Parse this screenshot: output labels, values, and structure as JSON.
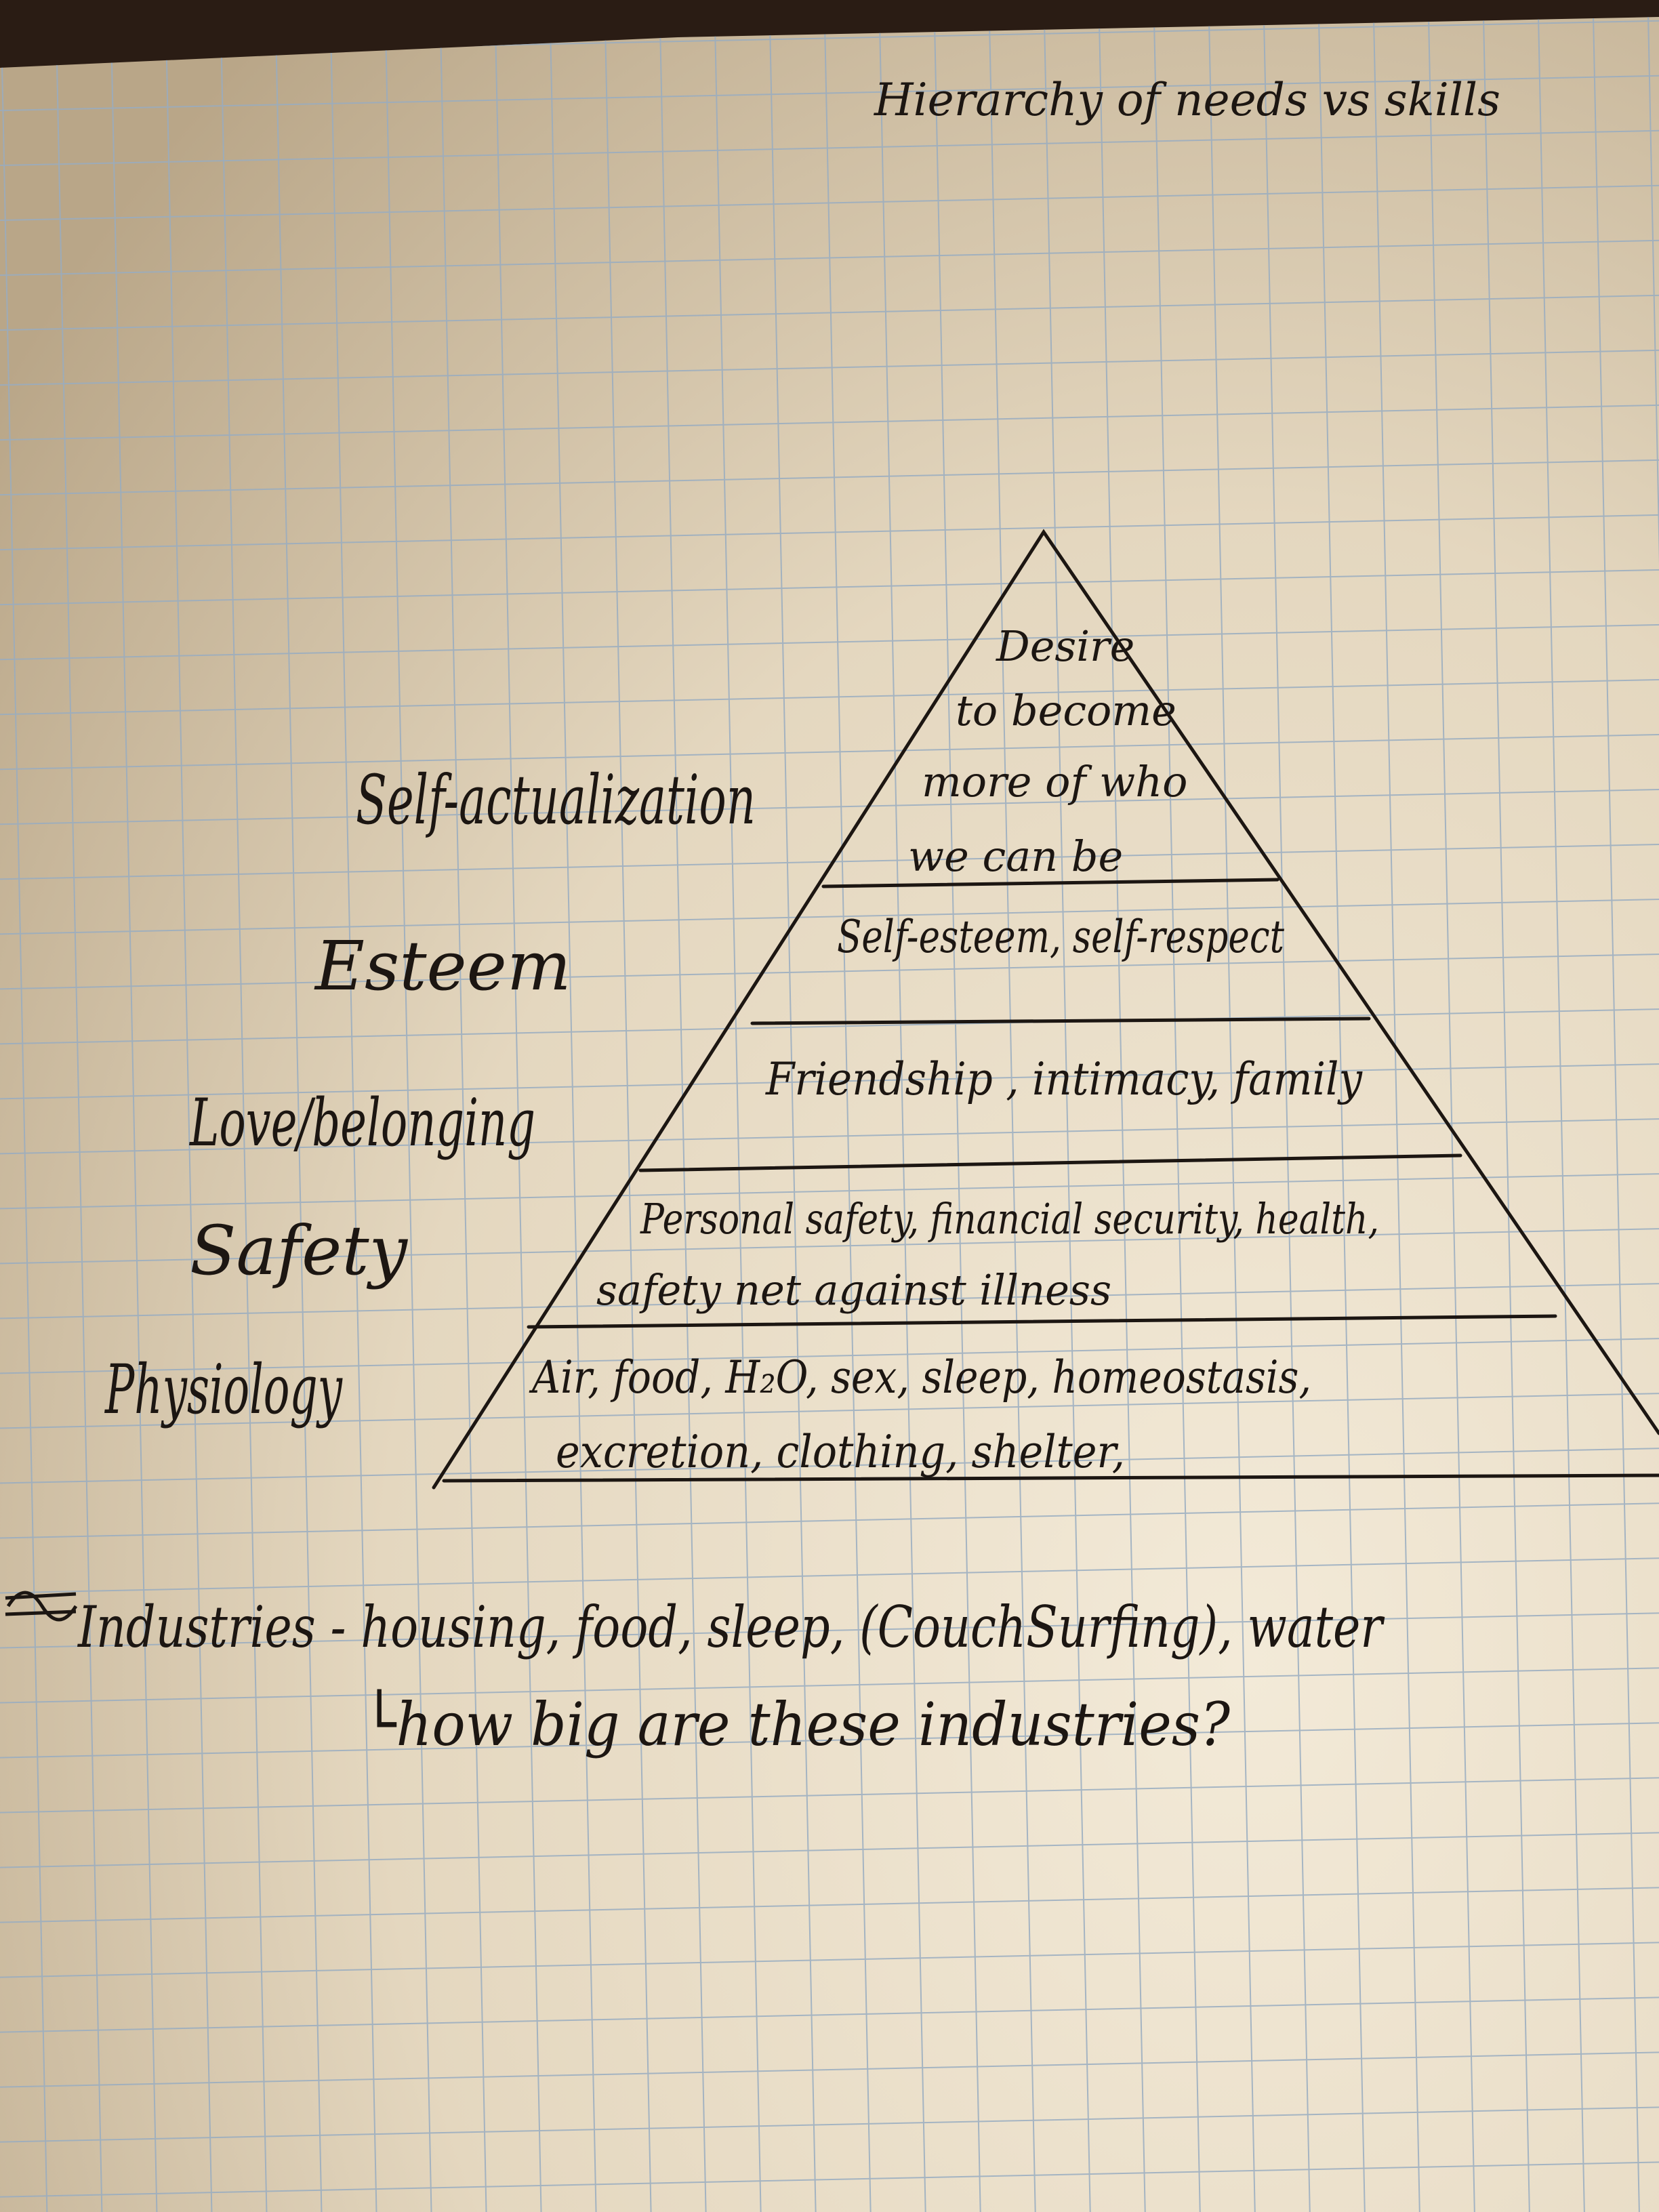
{
  "title": "Hierarchy of needs vs skills",
  "left_labels": [
    "Self-actualization",
    "Esteem",
    "Love/belonging",
    "Safety",
    "Physiology"
  ],
  "pyramid": {
    "apex_lines": [
      "Desire",
      "to become",
      "more of who",
      "we can be"
    ],
    "esteem_line": "Self-esteem, self-respect",
    "love_line": "Friendship , intimacy, family",
    "safety_lines": [
      "Personal safety, financial security, health,",
      "safety net against illness"
    ],
    "physiology_lines": [
      "Air, food, H₂O, sex, sleep, homeostasis,",
      "excretion, clothing, shelter,"
    ]
  },
  "notes": {
    "industries_line": "Industries - housing, food, sleep, (CouchSurfing), water",
    "question_line": "└how big are these industries?"
  },
  "colors": {
    "paper": "#e6dcc8",
    "grid": "#98acc0",
    "ink": "#1c1612"
  }
}
